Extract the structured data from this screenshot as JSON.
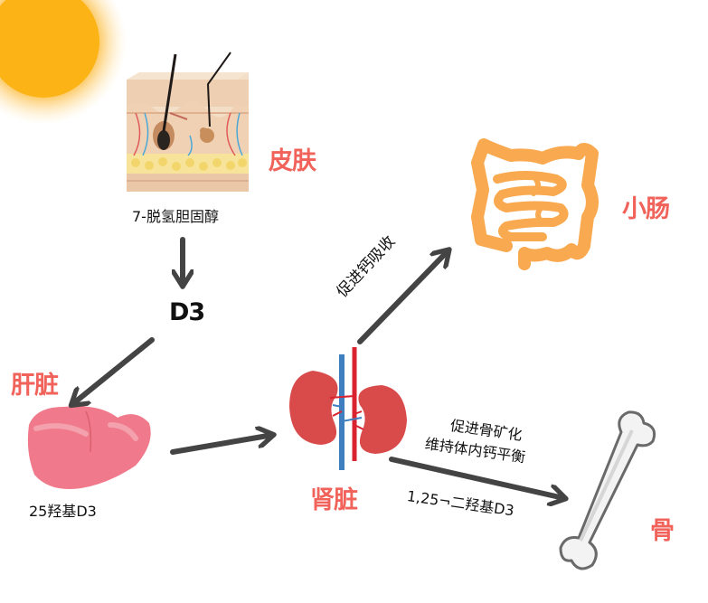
{
  "labels": {
    "skin": "皮肤",
    "intestine": "小肠",
    "liver": "肝脏",
    "kidney": "肾脏",
    "bone": "骨"
  },
  "captions": {
    "dehydrocholesterol": "7-脱氢胆固醇",
    "d3": "D3",
    "hydroxy_d3": "25羟基D3",
    "calcium_absorption": "促进钙吸收",
    "bone_mineral_line1": "促进骨矿化",
    "bone_mineral_line2": "维持体内钙平衡",
    "dihydroxy_d3": "1,25¬二羟基D3"
  },
  "colors": {
    "label_red": "#f0625a",
    "arrow_gray": "#444444",
    "sun": "#fbb315",
    "intestine": "#f9a94f",
    "liver": "#f07a8c",
    "kidney": "#d94b4b"
  }
}
